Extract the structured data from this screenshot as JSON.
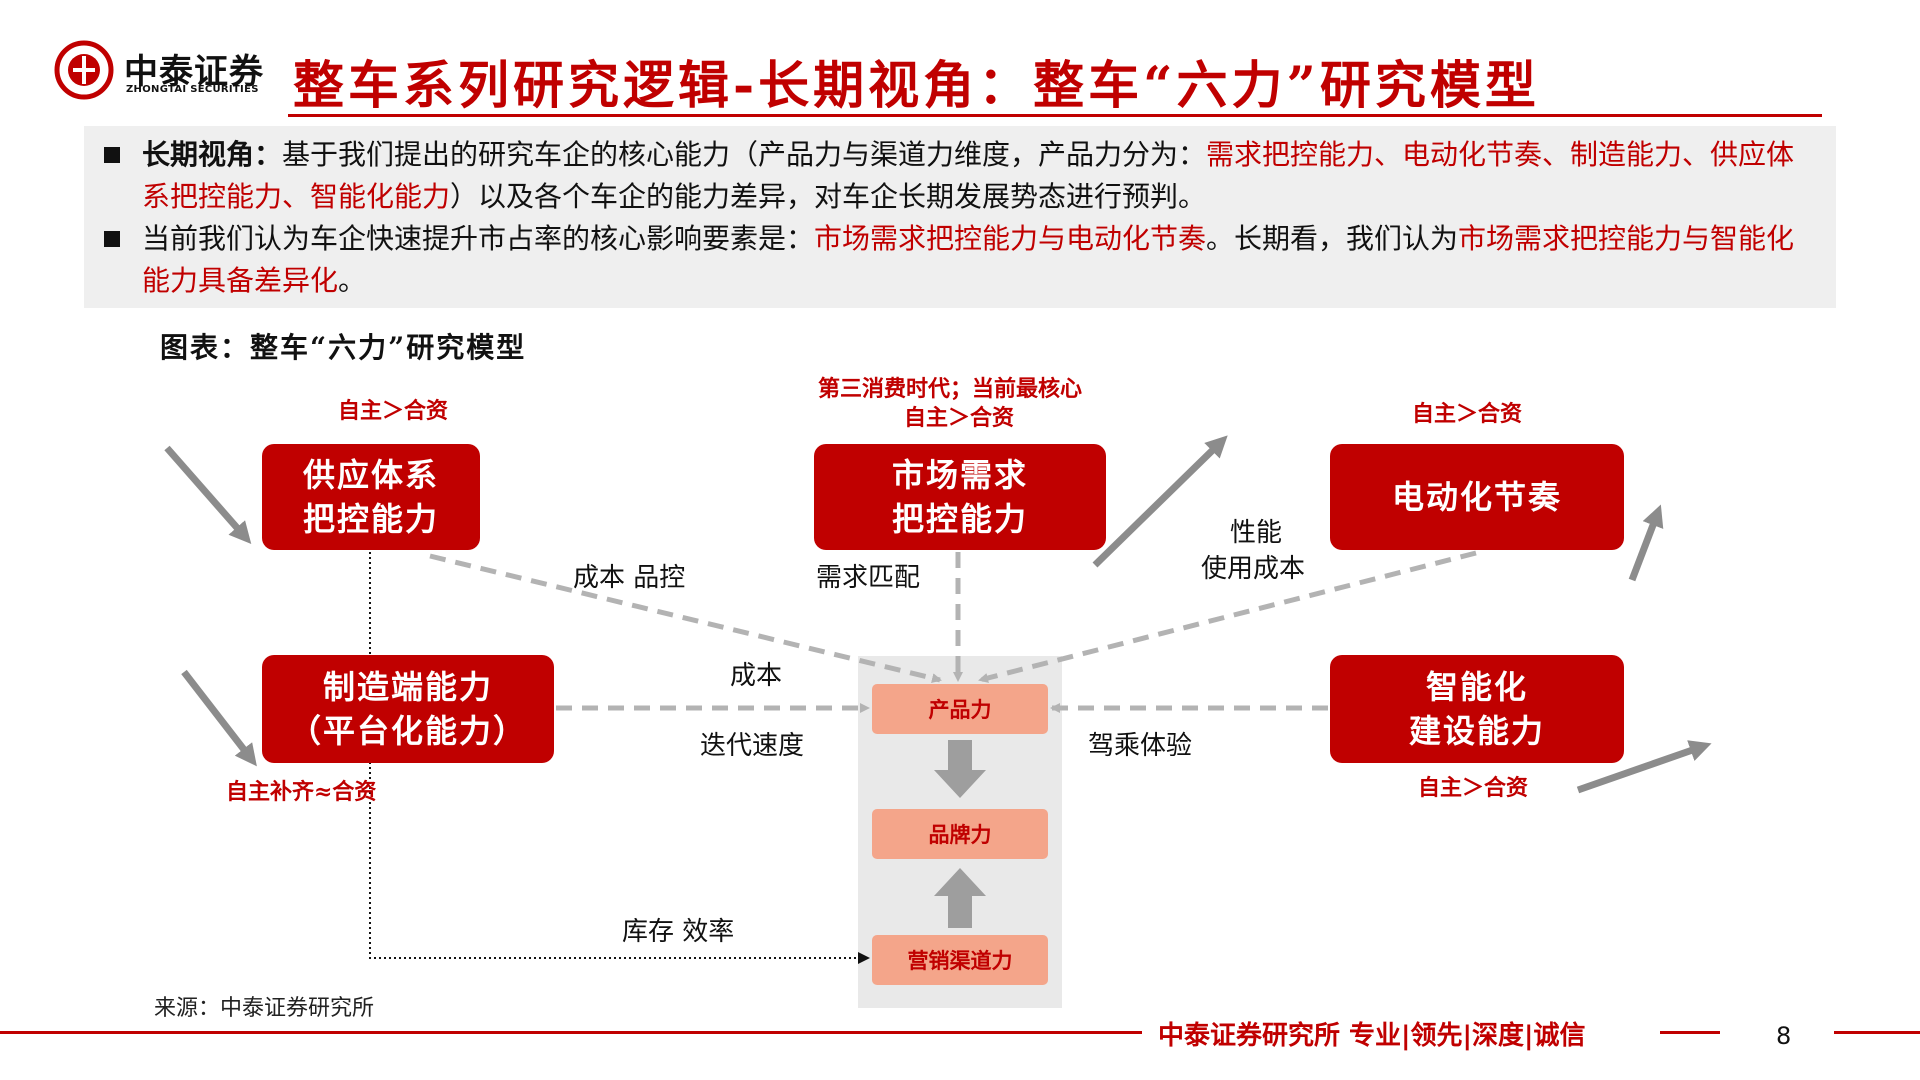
{
  "header": {
    "logo_cn": "中泰证券",
    "logo_en": "ZHONGTAI SECURITIES",
    "title": "整车系列研究逻辑-长期视角：整车“六力”研究模型"
  },
  "summary": {
    "b1": {
      "lead": "长期视角：",
      "t1": "基于我们提出的研究车企的核心能力（产品力与渠道力维度，产品力分为：",
      "r1": "需求把控能力、电动化节奏、制造能力、供应体系把控能力、智能化能力",
      "t2": "）以及各个车企的能力差异，对车企长期发展势态进行预判。"
    },
    "b2": {
      "t1": "当前我们认为车企快速提升市占率的核心影响要素是：",
      "r1": "市场需求把控能力与电动化节奏",
      "t2": "。长期看，我们认为",
      "r2": "市场需求把控能力与智能化能力具备差异化",
      "t3": "。"
    }
  },
  "figure": {
    "title": "图表：整车“六力”研究模型",
    "boxes": {
      "supply": "供应体系\n把控能力",
      "market": "市场需求\n把控能力",
      "ev": "电动化节奏",
      "manufacture": "制造端能力\n（平台化能力）",
      "smart": "智能化\n建设能力"
    },
    "notes": {
      "supply": "自主＞合资",
      "market_1": "第三消费时代；当前最核心",
      "market_2": "自主＞合资",
      "ev": "自主＞合资",
      "manufacture": "自主补齐≈合资",
      "smart": "自主＞合资"
    },
    "edges": {
      "supply": "成本  品控",
      "market": "需求匹配",
      "ev_1": "性能",
      "ev_2": "使用成本",
      "manufacture_top": "成本",
      "manufacture_bottom": "迭代速度",
      "smart": "驾乘体验",
      "channel": "库存  效率"
    },
    "center": {
      "product": "产品力",
      "brand": "品牌力",
      "channel": "营销渠道力"
    },
    "arrow_color": "#8c8c8c",
    "dash_color": "#b3b3b3"
  },
  "footer": {
    "source": "来源：中泰证券研究所",
    "tagline": "中泰证券研究所 专业|领先|深度|诚信",
    "page": "8"
  },
  "colors": {
    "brand_red": "#c00000",
    "panel_gray": "#efefef",
    "pill_salmon": "#f4a58a"
  }
}
